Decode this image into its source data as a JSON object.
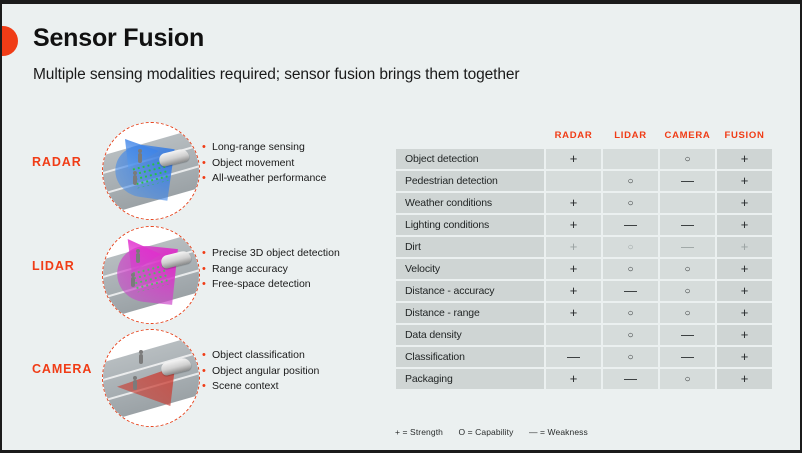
{
  "header": {
    "title": "Sensor Fusion",
    "subtitle": "Multiple sensing modalities required; sensor fusion brings them together",
    "accent_color": "#f03c16"
  },
  "modalities": [
    {
      "label": "RADAR",
      "icon": "radar-scene-icon",
      "beam_color": "#3a7de6",
      "bullets": [
        "Long-range sensing",
        "Object movement",
        "All-weather performance"
      ]
    },
    {
      "label": "LIDAR",
      "icon": "lidar-scene-icon",
      "beam_color": "#e223c8",
      "bullets": [
        "Precise 3D object detection",
        "Range accuracy",
        "Free-space detection"
      ]
    },
    {
      "label": "CAMERA",
      "icon": "camera-scene-icon",
      "beam_color": "#cd3c32",
      "bullets": [
        "Object classification",
        "Object angular position",
        "Scene context"
      ]
    }
  ],
  "matrix": {
    "columns": [
      "RADAR",
      "LIDAR",
      "CAMERA",
      "FUSION"
    ],
    "rows": [
      {
        "label": "Object detection",
        "values": [
          "+",
          "",
          "O",
          "+"
        ],
        "dim": false
      },
      {
        "label": "Pedestrian detection",
        "values": [
          "",
          "O",
          "—",
          "+"
        ],
        "dim": false
      },
      {
        "label": "Weather conditions",
        "values": [
          "+",
          "O",
          "",
          "+"
        ],
        "dim": false
      },
      {
        "label": "Lighting conditions",
        "values": [
          "+",
          "—",
          "—",
          "+"
        ],
        "dim": false
      },
      {
        "label": "Dirt",
        "values": [
          "+",
          "O",
          "—",
          "+"
        ],
        "dim": true
      },
      {
        "label": "Velocity",
        "values": [
          "+",
          "O",
          "O",
          "+"
        ],
        "dim": false
      },
      {
        "label": "Distance - accuracy",
        "values": [
          "+",
          "—",
          "O",
          "+"
        ],
        "dim": false
      },
      {
        "label": "Distance - range",
        "values": [
          "+",
          "O",
          "O",
          "+"
        ],
        "dim": false
      },
      {
        "label": "Data density",
        "values": [
          "",
          "O",
          "—",
          "+"
        ],
        "dim": false
      },
      {
        "label": "Classification",
        "values": [
          "—",
          "O",
          "—",
          "+"
        ],
        "dim": false
      },
      {
        "label": "Packaging",
        "values": [
          "+",
          "—",
          "O",
          "+"
        ],
        "dim": false
      }
    ]
  },
  "legend": {
    "strength": "+ = Strength",
    "capability": "O = Capability",
    "weakness": "— = Weakness"
  }
}
